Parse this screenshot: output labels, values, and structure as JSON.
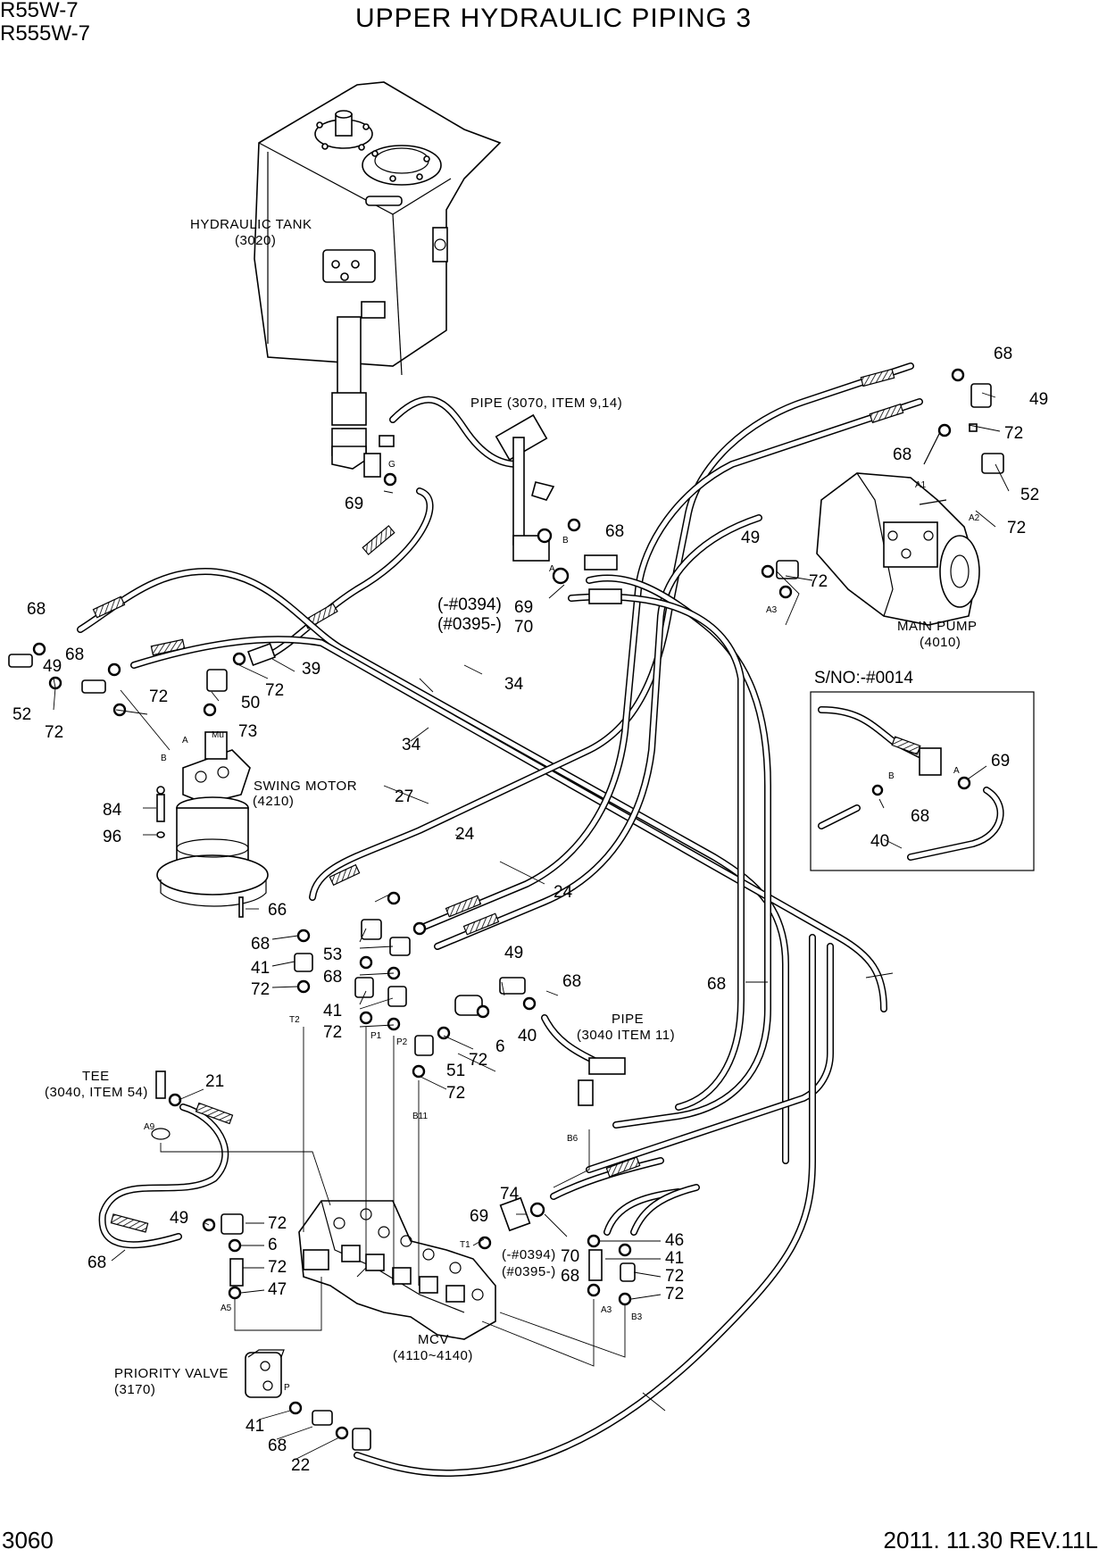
{
  "header": {
    "model_line_1": "R55W-7",
    "model_line_2": "R555W-7",
    "title": "UPPER HYDRAULIC PIPING 3"
  },
  "footer": {
    "page_number": "3060",
    "revision": "2011. 11.30 REV.11L"
  },
  "components": [
    {
      "key": "tank",
      "name": "HYDRAULIC TANK",
      "code": "(3020)"
    },
    {
      "key": "pump",
      "name": "MAIN PUMP",
      "code": "(4010)"
    },
    {
      "key": "swing",
      "name": "SWING MOTOR",
      "code": "(4210)"
    },
    {
      "key": "mcv",
      "name": "MCV",
      "code": "(4110~4140)"
    },
    {
      "key": "priority",
      "name": "PRIORITY VALVE",
      "code": "(3170)"
    },
    {
      "key": "pipe1",
      "name": "PIPE (3070, ITEM 9,14)",
      "code": ""
    },
    {
      "key": "pipe2",
      "name": "PIPE",
      "code": "(3040 ITEM 11)"
    },
    {
      "key": "tee",
      "name": "TEE",
      "code": "(3040, ITEM 54)"
    }
  ],
  "inset": {
    "title": "S/NO:-#0014",
    "labels": [
      "69",
      "68",
      "40"
    ],
    "ports": [
      "B",
      "A"
    ]
  },
  "notes": {
    "n1a": "(-#0394)",
    "n1b": "(#0395-)",
    "n2a": "(-#0394)",
    "n2b": "(#0395-)"
  },
  "callouts": [
    "68",
    "49",
    "72",
    "68",
    "52",
    "72",
    "69",
    "68",
    "49",
    "72",
    "69",
    "70",
    "39",
    "34",
    "34",
    "27",
    "24",
    "24",
    "68",
    "49",
    "52",
    "72",
    "68",
    "72",
    "50",
    "72",
    "73",
    "84",
    "96",
    "66",
    "68",
    "53",
    "68",
    "41",
    "72",
    "41",
    "72",
    "51",
    "72",
    "6",
    "72",
    "49",
    "68",
    "40",
    "68",
    "21",
    "68",
    "49",
    "72",
    "6",
    "72",
    "47",
    "74",
    "69",
    "70",
    "68",
    "46",
    "41",
    "72",
    "72",
    "41",
    "68",
    "22"
  ],
  "ports": [
    "Mu",
    "A",
    "B",
    "T2",
    "P1",
    "P2",
    "B11",
    "A9",
    "B6",
    "A5",
    "T1",
    "A3",
    "B3",
    "P",
    "G",
    "A",
    "B",
    "A1",
    "A2",
    "A3"
  ]
}
